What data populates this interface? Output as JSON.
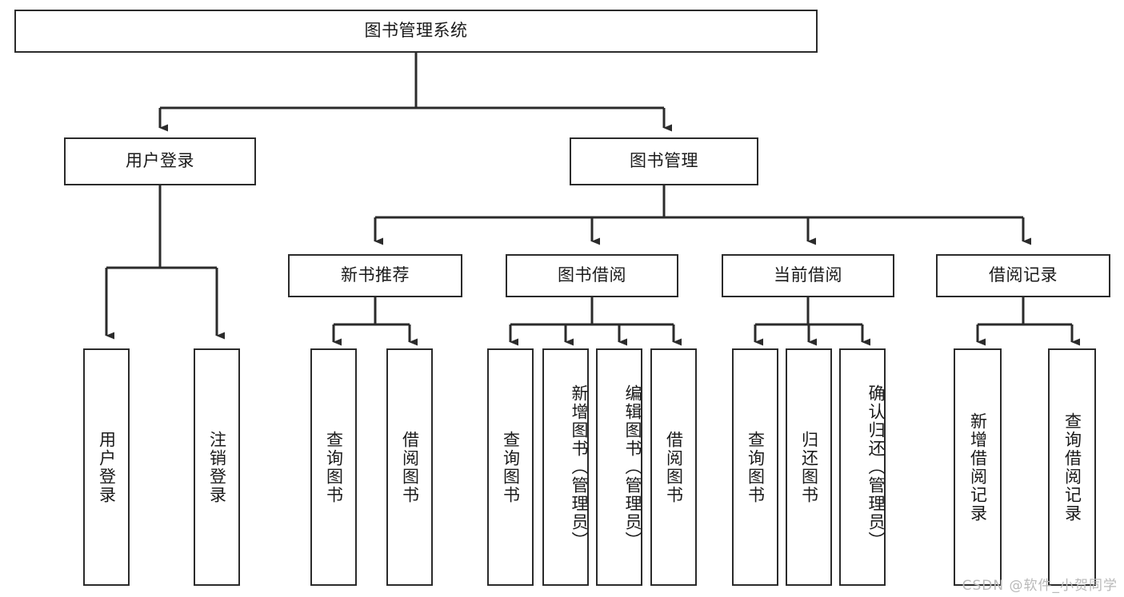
{
  "diagram": {
    "kind": "tree-hierarchy",
    "title": "图书管理系统",
    "watermark": "CSDN @软件_小贺同学",
    "colors": {
      "box_border": "#2b2b2b",
      "box_fill": "#ffffff",
      "connector": "#2b2b2b",
      "text": "#1a1a1a",
      "watermark": "#b9b9b9",
      "background": "#ffffff"
    },
    "levels": {
      "root": {
        "id": "root",
        "label": "图书管理系统"
      },
      "level2": [
        {
          "id": "user-login",
          "label": "用户登录"
        },
        {
          "id": "book-manage",
          "label": "图书管理"
        }
      ],
      "level3": [
        {
          "id": "new-book-recommend",
          "label": "新书推荐",
          "parent": "book-manage"
        },
        {
          "id": "book-borrow",
          "label": "图书借阅",
          "parent": "book-manage"
        },
        {
          "id": "current-borrow",
          "label": "当前借阅",
          "parent": "book-manage"
        },
        {
          "id": "borrow-record",
          "label": "借阅记录",
          "parent": "book-manage"
        }
      ],
      "leaves": [
        {
          "id": "leaf-user-login",
          "label": "用户登录",
          "parent": "user-login"
        },
        {
          "id": "leaf-logout",
          "label": "注销登录",
          "parent": "user-login"
        },
        {
          "id": "leaf-query-book-1",
          "label": "查询图书",
          "parent": "new-book-recommend"
        },
        {
          "id": "leaf-borrow-book-1",
          "label": "借阅图书",
          "parent": "new-book-recommend"
        },
        {
          "id": "leaf-query-book-2",
          "label": "查询图书",
          "parent": "book-borrow"
        },
        {
          "id": "leaf-add-book",
          "label": "新增图书（管理员）",
          "parent": "book-borrow"
        },
        {
          "id": "leaf-edit-book",
          "label": "编辑图书（管理员）",
          "parent": "book-borrow"
        },
        {
          "id": "leaf-borrow-book-2",
          "label": "借阅图书",
          "parent": "book-borrow"
        },
        {
          "id": "leaf-query-book-3",
          "label": "查询图书",
          "parent": "current-borrow"
        },
        {
          "id": "leaf-return-book",
          "label": "归还图书",
          "parent": "current-borrow"
        },
        {
          "id": "leaf-confirm-return",
          "label": "确认归还（管理员）",
          "parent": "current-borrow"
        },
        {
          "id": "leaf-add-record",
          "label": "新增借阅记录",
          "parent": "borrow-record"
        },
        {
          "id": "leaf-query-record",
          "label": "查询借阅记录",
          "parent": "borrow-record"
        }
      ]
    }
  }
}
